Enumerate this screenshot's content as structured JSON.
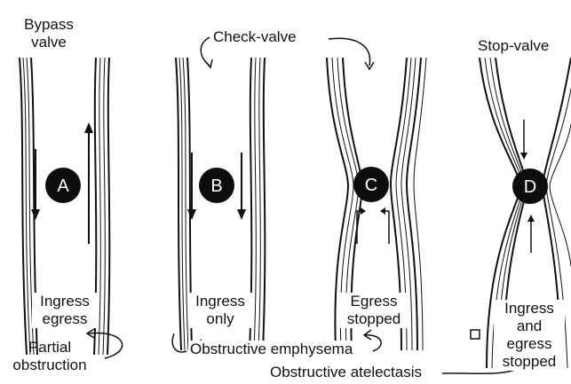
{
  "labels": {
    "bypass": "Bypass valve",
    "bypass_line1": "Bypass",
    "bypass_line2": "valve",
    "check": "Check-valve",
    "stop": "Stop-valve",
    "a_ingress": "Ingress",
    "a_egress": "egress",
    "b_ingress": "Ingress",
    "b_only": "only",
    "c_egress": "Egress",
    "c_stopped": "stopped",
    "d_ingress": "Ingress",
    "d_and": "and",
    "d_egress": "egress",
    "d_stopped": "stopped",
    "partial_line1": "Partial",
    "partial_line2": "obstruction",
    "obstructive_emphysema": "Obstructive emphysema",
    "obstructive_atelectasis": "Obstructive atelectasis"
  },
  "markers": {
    "a": "A",
    "b": "B",
    "c": "C",
    "d": "D"
  },
  "colors": {
    "ink": "#111111",
    "marker_fill": "#0d0d0d",
    "marker_text": "#ffffff",
    "background": "#ffffff"
  }
}
